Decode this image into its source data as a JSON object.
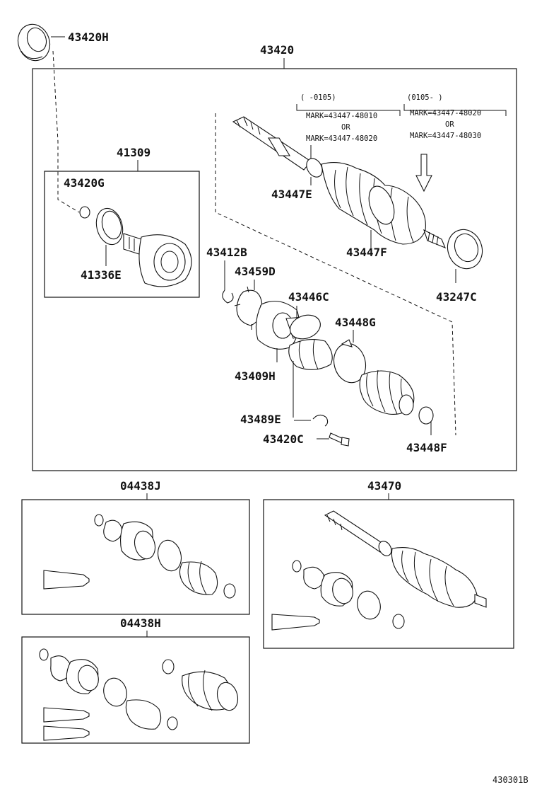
{
  "labels": {
    "p43420H": "43420H",
    "p43420": "43420",
    "p41309": "41309",
    "p43420G": "43420G",
    "p41336E": "41336E",
    "p43447E": "43447E",
    "p43447F": "43447F",
    "p43247C": "43247C",
    "p43412B": "43412B",
    "p43459D": "43459D",
    "p43446C": "43446C",
    "p43448G": "43448G",
    "p43409H": "43409H",
    "p43489E": "43489E",
    "p43420C": "43420C",
    "p43448F": "43448F",
    "p04438J": "04438J",
    "p43470": "43470",
    "p04438H": "04438H"
  },
  "notes": {
    "left": {
      "range": "(    -0105)",
      "line1": "MARK=43447-48010",
      "line2": "OR",
      "line3": "MARK=43447-48020"
    },
    "right": {
      "range": "(0105-     )",
      "line1": "MARK=43447-48020",
      "line2": "OR",
      "line3": "MARK=43447-48030"
    }
  },
  "reference": "430301B"
}
